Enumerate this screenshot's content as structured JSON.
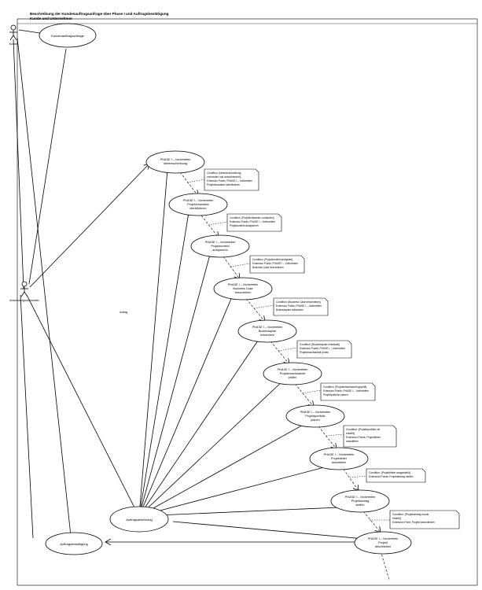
{
  "title": {
    "line1": "Beschreibung der Kundenauftragsanfrage über Phase I und Auftragsbestätigung",
    "line2": "Kunde und Unternehmer"
  },
  "actors": {
    "kunde": "Kunde",
    "anwender": "Anwendungsverhandler"
  },
  "use_cases": {
    "kundenauftragsanfrage": "Kundenauftragsanfrage",
    "auftragsbestaetigung": "Auftragsbestätigung",
    "auftragsablehnung": "Auftragsablehnung"
  },
  "phases": [
    {
      "l1": "PHASE I – Vorbereiten",
      "l2": "Ideebeschreibung",
      "l3": ""
    },
    {
      "l1": "PHASE I – Vorbereiten",
      "l2": "Projektcharakter",
      "l3": "identifizieren"
    },
    {
      "l1": "PHASE I – Vorbereiten",
      "l2": "Projektumfeld",
      "l3": "analysieren"
    },
    {
      "l1": "PHASE I – Vorbereiten",
      "l2": "Business Case",
      "l3": "beschreiben"
    },
    {
      "l1": "PHASE I – Vorbereiten",
      "l2": "Businessplan",
      "l3": "entwickeln"
    },
    {
      "l1": "PHASE I – Vorbereiten",
      "l2": "Projektmachbarkeit",
      "l3": "prüfen"
    },
    {
      "l1": "PHASE I – Vorbereiten",
      "l2": "Projektportfolio",
      "l3": "planen"
    },
    {
      "l1": "PHASE I – Vorbereiten",
      "l2": "Projektleiter",
      "l3": "auswählen"
    },
    {
      "l1": "PHASE I – Vorbereiten",
      "l2": "Projektantrag",
      "l3": "stellen"
    },
    {
      "l1": "PHASE I – Vorbereiten",
      "l2": "Projekt",
      "l3": "abschließen"
    }
  ],
  "notes": [
    {
      "lines": [
        "Condition: {Ideenbeschreibung",
        "vorhanden und aussichtsreich}",
        "Extension Points: PHASE I – Vorbereiten",
        "Projektcharakter identifizieren"
      ]
    },
    {
      "lines": [
        "Condition: {Projektcharakter vorhanden}",
        "Extension Points: PHASE I – Vorbereiten",
        "Projektumfeld analysieren"
      ]
    },
    {
      "lines": [
        "Condition: {Projektumfeld analysiert}",
        "Extension Points: PHASE I – Vorbereiten",
        "Business Case beschreiben"
      ]
    },
    {
      "lines": [
        "Condition: {Business Case beschrieben}",
        "Extension Points: PHASE I – Vorbereiten",
        "Businessplan entwickeln"
      ]
    },
    {
      "lines": [
        "Condition: {Businessplan entwickelt}",
        "Extension Points: PHASE I – Vorbereiten",
        "Projektmachbarkeit prüfen"
      ]
    },
    {
      "lines": [
        "Condition: {Projektmachbarkeit geprüft}",
        "Extension Points: PHASE I – Vorbereiten",
        "Projektportfolio planen"
      ]
    },
    {
      "lines": [
        "Condition: {Projektportfolio ist",
        "erstellt}",
        "Extension Points: Projektleiter",
        "auswählen"
      ]
    },
    {
      "lines": [
        "Condition: {Projektleiter ausgewählt}",
        "Extension Points: Projektantrag stellen"
      ]
    },
    {
      "lines": [
        "Condition: {Projektantrag wurde",
        "erstellt}",
        "Extension Point: Projekt abschließen"
      ]
    }
  ],
  "stray_label": "Auftrag"
}
